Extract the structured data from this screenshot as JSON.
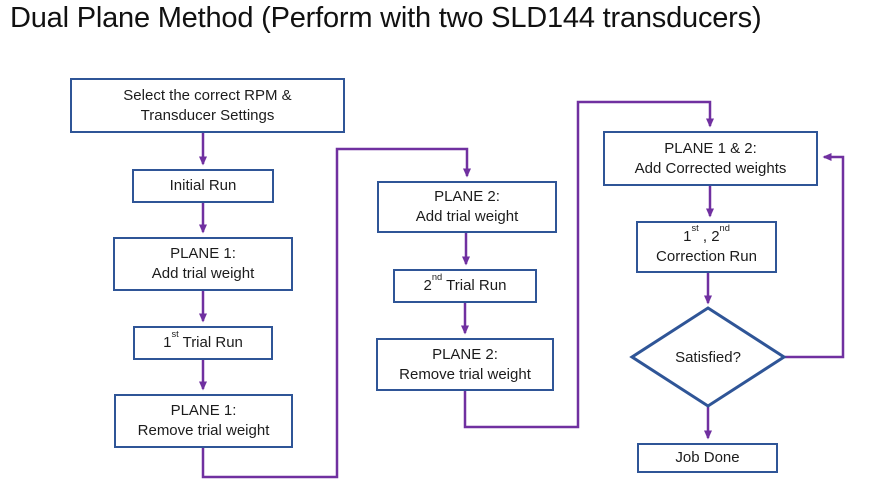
{
  "title": "Dual Plane Method (Perform with two SLD144 transducers)",
  "colors": {
    "box_border": "#2f5597",
    "arrow": "#7030a0",
    "text": "#1c1c1c",
    "title": "#111111"
  },
  "flow": {
    "col1": {
      "select_settings": {
        "line1": "Select the correct RPM &",
        "line2": "Transducer Settings"
      },
      "initial_run": {
        "label": "Initial Run"
      },
      "plane1_add": {
        "line1": "PLANE 1:",
        "line2": "Add trial weight"
      },
      "trial_run_1": {
        "pre": "1",
        "sup": "st",
        "post": " Trial Run"
      },
      "plane1_remove": {
        "line1": "PLANE 1:",
        "line2": "Remove trial weight"
      }
    },
    "col2": {
      "plane2_add": {
        "line1": "PLANE 2:",
        "line2": "Add trial weight"
      },
      "trial_run_2": {
        "pre": "2",
        "sup": "nd",
        "post": " Trial Run"
      },
      "plane2_remove": {
        "line1": "PLANE 2:",
        "line2": "Remove trial weight"
      }
    },
    "col3": {
      "plane12_add": {
        "line1": "PLANE 1 & 2:",
        "line2": "Add Corrected weights"
      },
      "correction_run": {
        "p1": "1",
        "s1": "st",
        "p2": " , 2",
        "s2": "nd",
        "line2": "Correction Run"
      },
      "satisfied": {
        "label": "Satisfied?"
      },
      "job_done": {
        "label": "Job Done"
      }
    }
  }
}
